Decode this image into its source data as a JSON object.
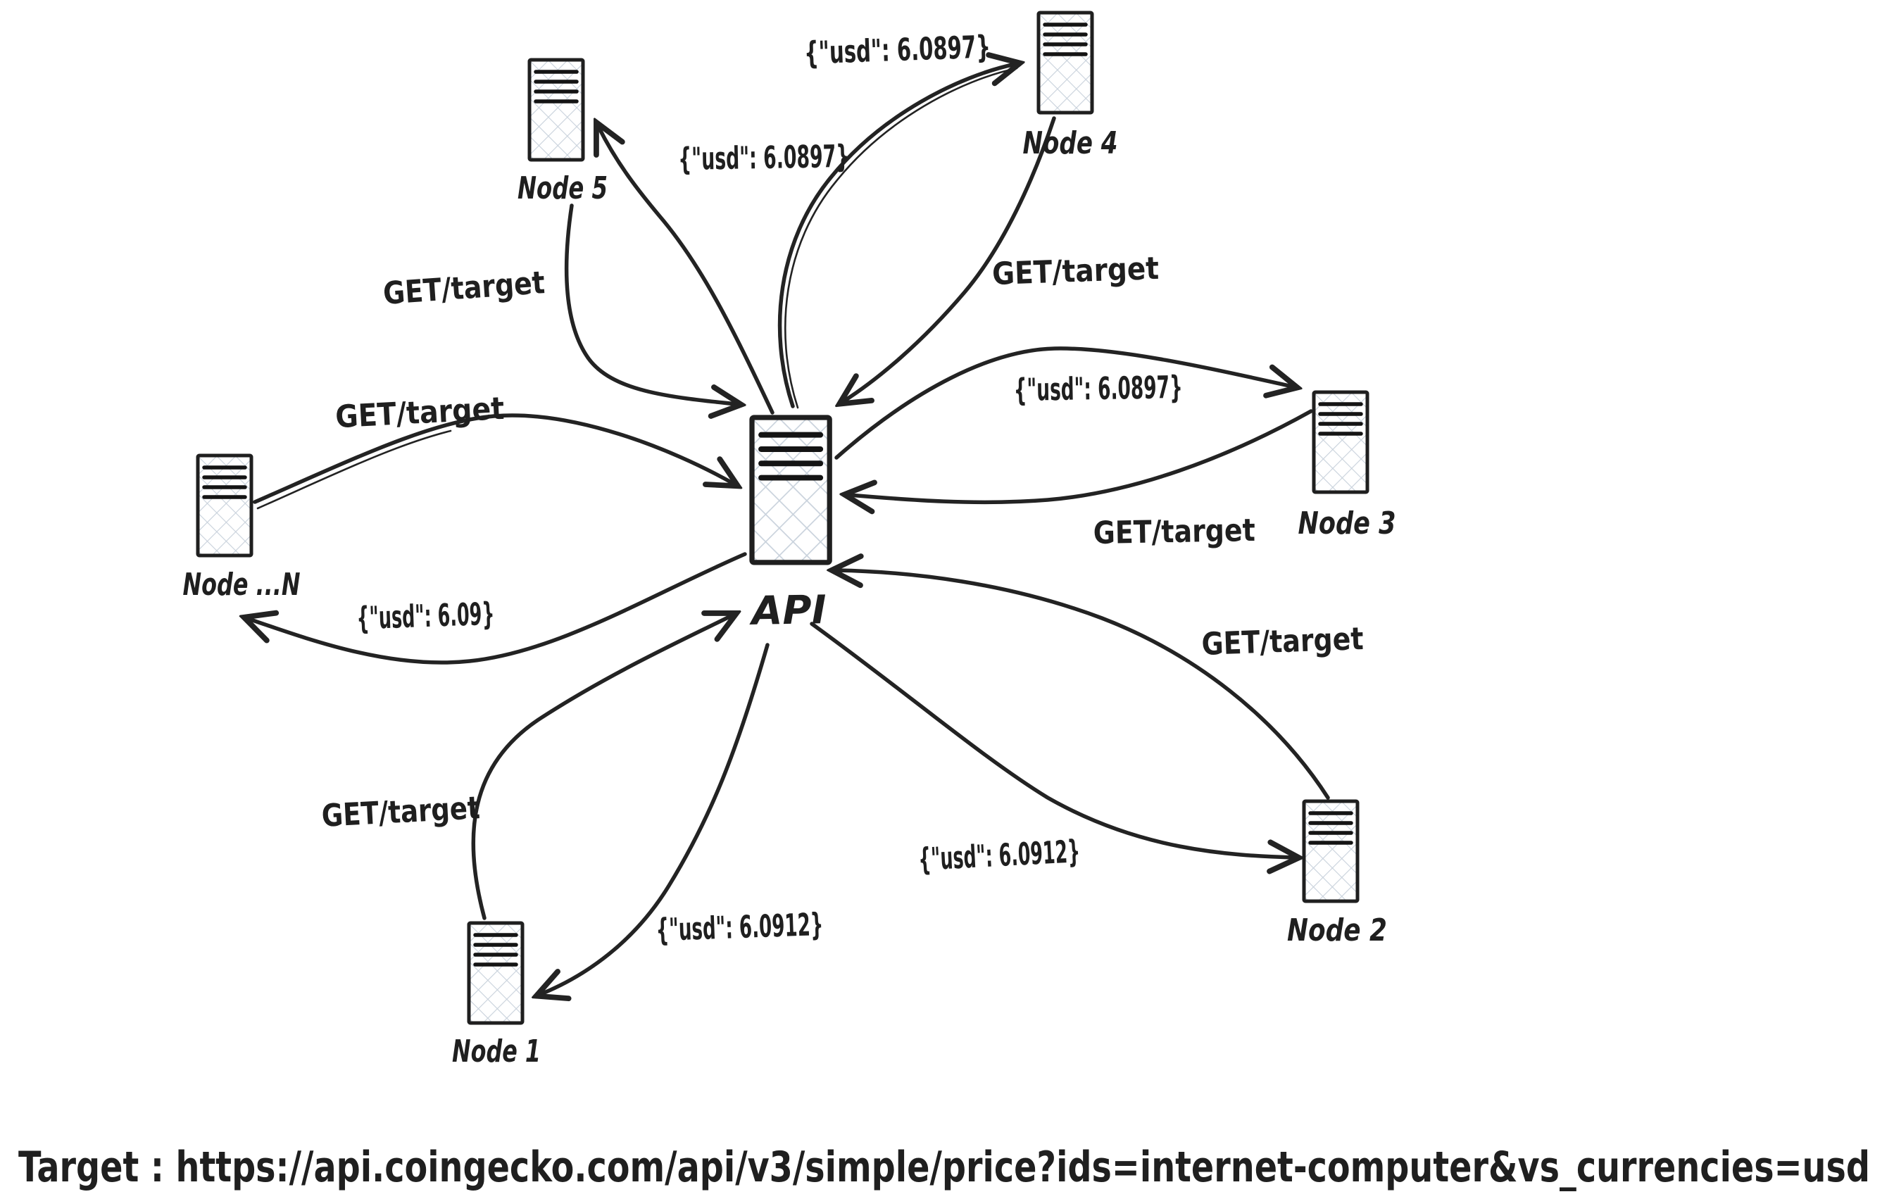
{
  "diagram": {
    "background_color": "#ffffff",
    "ink_color": "#1f1f1f",
    "hatch_color": "#c9d2dc",
    "icons": {
      "node": "server-tower-icon",
      "api": "server-tower-icon"
    },
    "api": {
      "label": "API"
    },
    "nodes": [
      {
        "label": "Node 1",
        "request_label": "GET/target",
        "response_label": "{\"usd\": 6.0912}"
      },
      {
        "label": "Node 2",
        "request_label": "GET/target",
        "response_label": "{\"usd\": 6.0912}"
      },
      {
        "label": "Node 3",
        "request_label": "GET/target",
        "response_label": "{\"usd\": 6.0897}"
      },
      {
        "label": "Node 4",
        "request_label": "GET/target",
        "response_label": "{\"usd\": 6.0897}"
      },
      {
        "label": "Node 5",
        "request_label": "GET/target",
        "response_label": "{\"usd\": 6.0897}"
      },
      {
        "label": "Node ...N",
        "request_label": "GET/target",
        "response_label": "{\"usd\": 6.09}"
      }
    ],
    "footer": {
      "label": "Target : https://api.coingecko.com/api/v3/simple/price?ids=internet-computer&vs_currencies=usd"
    }
  }
}
